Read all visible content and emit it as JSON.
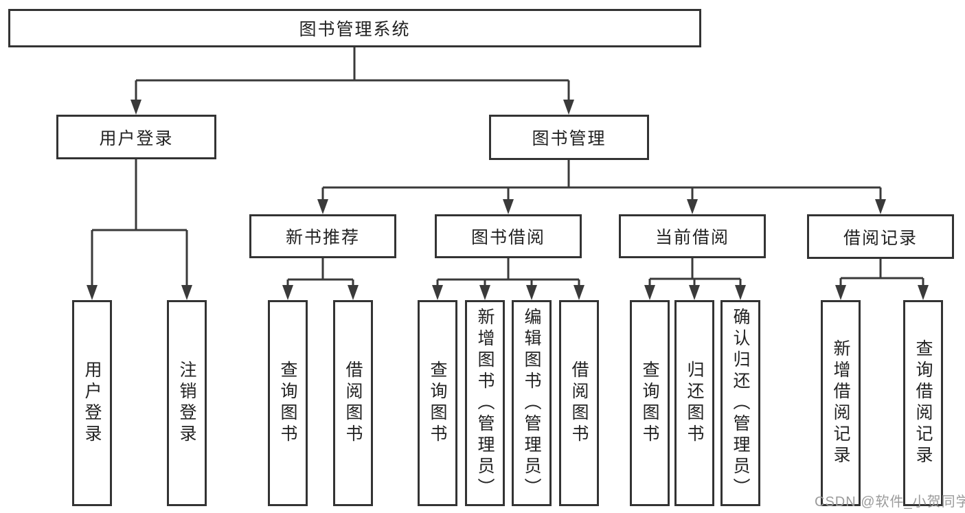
{
  "diagram_title": "图书管理系统",
  "nodes": {
    "root": "图书管理系统",
    "l2": [
      "用户登录",
      "图书管理"
    ],
    "l3": [
      "新书推荐",
      "图书借阅",
      "当前借阅",
      "借阅记录"
    ],
    "g1": [
      "用户登录",
      "注销登录"
    ],
    "g2": [
      "查询图书",
      "借阅图书"
    ],
    "g3": [
      "查询图书",
      "新增图书（管理员）",
      "编辑图书（管理员）",
      "借阅图书"
    ],
    "g4": [
      "查询图书",
      "归还图书",
      "确认归还（管理员）"
    ],
    "g5": [
      "新增借阅记录",
      "查询借阅记录"
    ]
  },
  "watermark": {
    "text": "CSDN @软件_小贺同学"
  },
  "colors": {
    "line": "#3a3a3a",
    "box_border": "#333333",
    "text": "#222222",
    "watermark": "#9b9b9b",
    "background": "#ffffff"
  }
}
